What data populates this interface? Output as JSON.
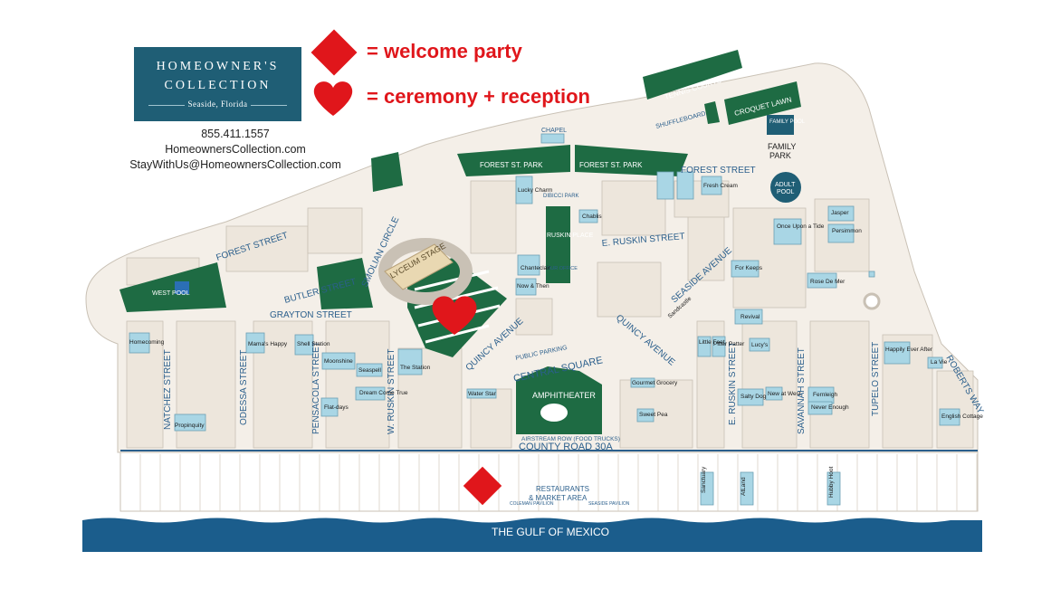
{
  "legend": {
    "diamond_label": "= welcome party",
    "heart_label": "= ceremony + reception",
    "marker_color": "#e0161b"
  },
  "brand": {
    "name_line1": "HOMEOWNER'S",
    "name_line2": "COLLECTION",
    "location": "Seaside, Florida",
    "phone": "855.411.1557",
    "website": "HomeownersCollection.com",
    "email": "StayWithUs@HomeownersCollection.com",
    "brand_color": "#1f5e75"
  },
  "colors": {
    "park_green": "#1e6b43",
    "building_blue": "#a9d6e5",
    "lot_beige": "#ede6dc",
    "road_blue": "#2b5f8c",
    "gulf_blue": "#1b5d8c"
  },
  "streets": {
    "forest_street_w": "FOREST STREET",
    "forest_street_e": "FOREST STREET",
    "butler_street": "BUTLER STREET",
    "grayton_street": "GRAYTON STREET",
    "e_ruskin_street": "E. RUSKIN STREET",
    "seaside_avenue": "SEASIDE AVENUE",
    "quincy_avenue_w": "QUINCY AVENUE",
    "quincy_avenue_e": "QUINCY AVENUE",
    "natchez_street": "NATCHEZ STREET",
    "odessa_street": "ODESSA STREET",
    "pensacola_street": "PENSACOLA STREET",
    "w_ruskin_street": "W. RUSKIN STREET",
    "e_ruskin_street_v": "E. RUSKIN STREET",
    "savannah_street": "SAVANNAH STREET",
    "tupelo_street": "TUPELO STREET",
    "roberts_way": "ROBERTS WAY",
    "county_road": "COUNTY ROAD 30A"
  },
  "places": {
    "smolian_circle": "SMOLIAN CIRCLE",
    "public_parking": "PUBLIC PARKING",
    "lyceum_stage": "LYCEUM STAGE",
    "central_square": "CENTRAL SQUARE",
    "amphitheater": "AMPHITHEATER",
    "airstream_row": "AIRSTREAM ROW (FOOD TRUCKS)",
    "restaurants": "RESTAURANTS",
    "market_area": "& MARKET AREA",
    "gulf": "THE GULF OF MEXICO",
    "tennis_courts": "TENNIS COURTS",
    "croquet_lawn": "CROQUET LAWN",
    "shuffleboard": "SHUFFLEBOARD",
    "family_pool": "FAMILY POOL",
    "family_park_1": "FAMILY",
    "family_park_2": "PARK",
    "adult_pool_1": "ADULT",
    "adult_pool_2": "POOL",
    "forest_st_park_w": "FOREST ST. PARK",
    "forest_st_park_e": "FOREST ST. PARK",
    "dibicci_park": "DIBICCI PARK",
    "ruskin_place": "RUSKIN PLACE",
    "chapel": "CHAPEL",
    "west_pool": "WEST POOL",
    "our_office": "OUR OFFICE",
    "coleman_pavilion": "COLEMAN PAVILION",
    "seaside_pavilion": "SEASIDE PAVILION"
  },
  "businesses": {
    "homecoming": "Homecoming",
    "propinquity": "Propinquity",
    "shell_station": "Shell Station",
    "moonshine": "Moonshine",
    "seaspell": "Seaspell",
    "the_station": "The Station",
    "water_star": "Water Star",
    "now_then": "Now & Then",
    "lucky_charm": "Lucky Charm",
    "chanteclair": "Chanteclair",
    "chablis": "Chablis",
    "revival": "Revival",
    "for_keeps": "For Keeps",
    "once_upon": "Once Upon a Tide",
    "jasper": "Jasper",
    "persimmon": "Persimmon",
    "rose_de_mer": "Rose De Mer",
    "happily": "Happily Ever After",
    "fresh_cream": "Fresh Cream",
    "salty_dog": "Salty Dog",
    "fernleigh": "Fernleigh",
    "sanctuary": "Sanctuary",
    "atland": "AtLand",
    "hubby_hoot": "Hubby Hoot",
    "dream_come_true": "Dream Come True",
    "gourmet_grocery": "Gourmet Grocery",
    "sweet_pea": "Sweet Pea",
    "little_feet": "Little Feet",
    "pitter_patter": "Pitter Patter",
    "lucys": "Lucy's",
    "new_at_west": "New at West",
    "never_enough": "Never Enough",
    "english_cottage": "English Cottage",
    "la_vie": "La Vie",
    "sandcastle": "Sandcastle",
    "flat_days": "Flat-days",
    "mamas_happy": "Mama's Happy"
  }
}
